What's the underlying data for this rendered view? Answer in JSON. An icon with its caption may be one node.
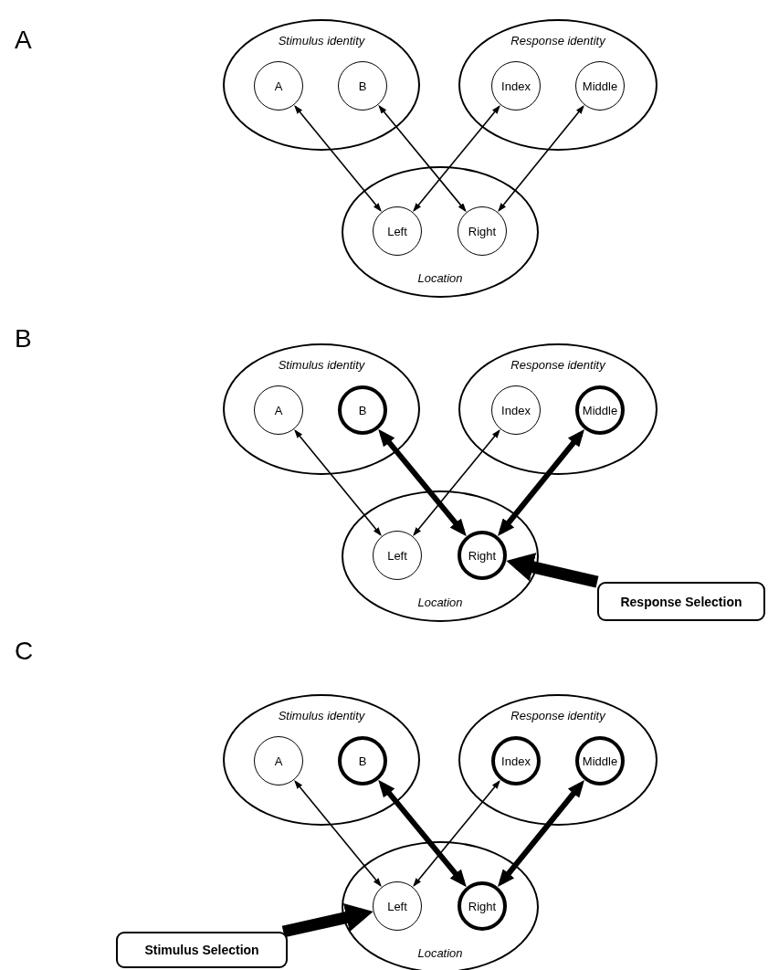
{
  "diagram": {
    "nodes": [
      {
        "text": [
          "Stimulus identity"
        ]
      },
      {
        "text": [
          "A"
        ],
        "in": 0
      },
      {
        "text": [
          "B"
        ],
        "in": 0
      },
      {
        "text": [
          "Response identity"
        ]
      },
      {
        "text": [
          "Index"
        ],
        "in": 3
      },
      {
        "text": [
          "Middle"
        ],
        "in": 3
      },
      {
        "text": [
          "Location"
        ]
      },
      {
        "text": [
          "Left"
        ],
        "in": 6
      },
      {
        "text": [
          "Right"
        ],
        "in": 6
      },
      {
        "text": [
          "Stimulus identity"
        ]
      },
      {
        "text": [
          "A"
        ],
        "in": 9
      },
      {
        "text": [
          "B"
        ],
        "in": 9
      },
      {
        "text": [
          "Response identity"
        ]
      },
      {
        "text": [
          "Index"
        ],
        "in": 12
      },
      {
        "text": [
          "Middle"
        ],
        "in": 12
      },
      {
        "text": [
          "Location"
        ]
      },
      {
        "text": [
          "Left"
        ],
        "in": 15
      },
      {
        "text": [
          "Right"
        ],
        "in": 15
      },
      {
        "text": [
          "Response Selection"
        ]
      },
      {
        "text": [
          "Stimulus identity"
        ]
      },
      {
        "text": [
          "A"
        ],
        "in": 19
      },
      {
        "text": [
          "B"
        ],
        "in": 19
      },
      {
        "text": [
          "Response identity"
        ]
      },
      {
        "text": [
          "Index"
        ],
        "in": 22
      },
      {
        "text": [
          "Middle"
        ],
        "in": 22
      },
      {
        "text": [
          "Location"
        ]
      },
      {
        "text": [
          "Left"
        ],
        "in": 25
      },
      {
        "text": [
          "Right"
        ],
        "in": 25
      },
      {
        "text": [
          "Stimulus Selection"
        ]
      }
    ],
    "edges": [
      {
        "from": 1,
        "to": 7,
        "arrow": "both"
      },
      {
        "from": 2,
        "to": 8,
        "arrow": "both"
      },
      {
        "from": 4,
        "to": 7,
        "arrow": "both"
      },
      {
        "from": 5,
        "to": 8,
        "arrow": "both"
      },
      {
        "from": 10,
        "to": 16,
        "arrow": "both"
      },
      {
        "from": 11,
        "to": 17,
        "arrow": "both",
        "style": "thick"
      },
      {
        "from": 13,
        "to": 16,
        "arrow": "both"
      },
      {
        "from": 14,
        "to": 17,
        "arrow": "both",
        "style": "thick"
      },
      {
        "from": 18,
        "to": 17,
        "arrow": "to",
        "style": "thick"
      },
      {
        "from": 20,
        "to": 26,
        "arrow": "both"
      },
      {
        "from": 21,
        "to": 27,
        "arrow": "both",
        "style": "thick"
      },
      {
        "from": 23,
        "to": 26,
        "arrow": "both"
      },
      {
        "from": 24,
        "to": 27,
        "arrow": "both",
        "style": "thick"
      },
      {
        "from": 28,
        "to": 26,
        "arrow": "to",
        "style": "thick"
      }
    ],
    "labels": [
      "A",
      "B",
      "C"
    ]
  }
}
